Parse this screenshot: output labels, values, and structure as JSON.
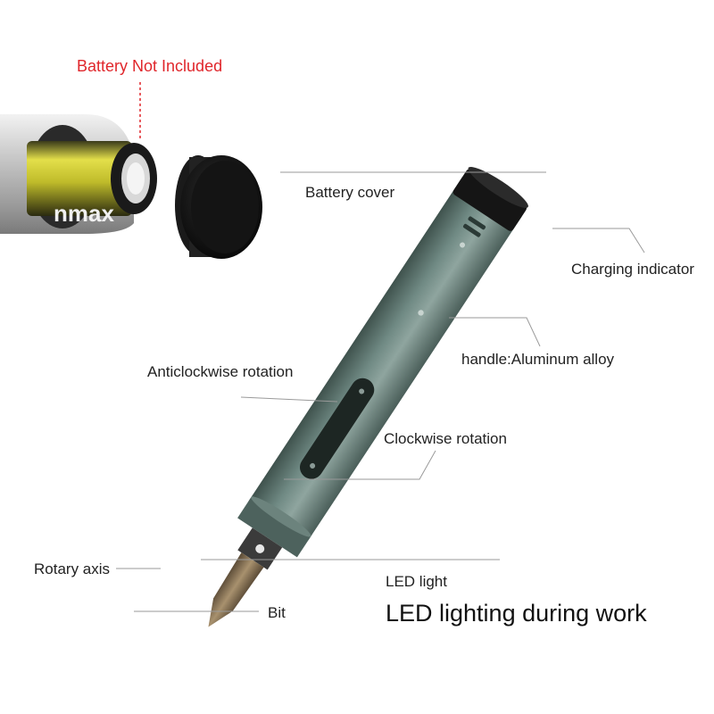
{
  "notice": {
    "text": "Battery Not Included",
    "color": "#e0262b"
  },
  "battery": {
    "brand_text": "nmax"
  },
  "labels": {
    "battery_cover": "Battery cover",
    "charging_indicator": "Charging indicator",
    "handle": "handle:Aluminum alloy",
    "anticlockwise": "Anticlockwise rotation",
    "clockwise": "Clockwise rotation",
    "rotary_axis": "Rotary axis",
    "led_light": "LED light",
    "bit": "Bit"
  },
  "caption": "LED lighting during work",
  "colors": {
    "body": "#5f7a73",
    "body_highlight": "#8fa59f",
    "body_shadow": "#3f524d",
    "cap": "#151515",
    "leader": "#9a9a9a",
    "battery_yellow": "#e3df4a"
  },
  "icons": [
    "screwdriver-pen",
    "aa-battery",
    "battery-cap"
  ]
}
